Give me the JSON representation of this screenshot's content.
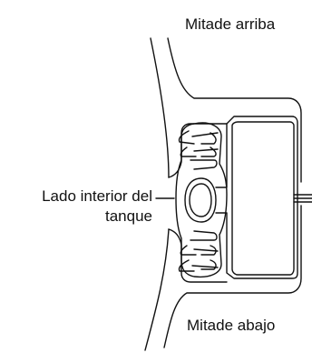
{
  "labels": {
    "top": "Mitade arriba",
    "inner_side_line1": "Lado interior del",
    "inner_side_line2": "tanque",
    "bottom": "Mitade abajo"
  },
  "colors": {
    "stroke": "#111111",
    "background": "#ffffff"
  }
}
